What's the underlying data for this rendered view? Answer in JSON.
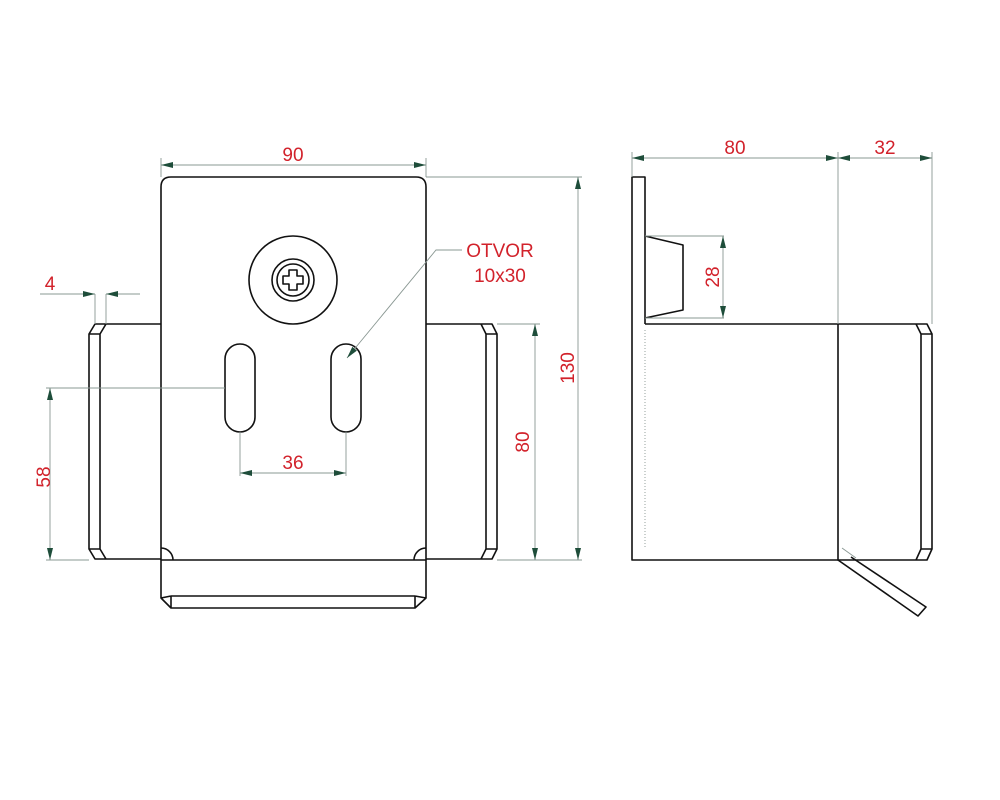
{
  "drawing": {
    "colors": {
      "outline": "#111111",
      "dimension_line": "#8a9893",
      "arrow": "#1e4d3a",
      "dimension_text": "#d2222b"
    },
    "front_view": {
      "dim_width": "90",
      "dim_height_total": "130",
      "dim_wing_height": "80",
      "dim_slot_position": "58",
      "dim_flange_thickness": "4",
      "dim_slot_spacing": "36",
      "note_line1": "OTVOR",
      "note_line2": "10x30"
    },
    "side_view": {
      "dim_depth": "80",
      "dim_flange_depth": "32",
      "dim_clip_height": "28"
    }
  }
}
